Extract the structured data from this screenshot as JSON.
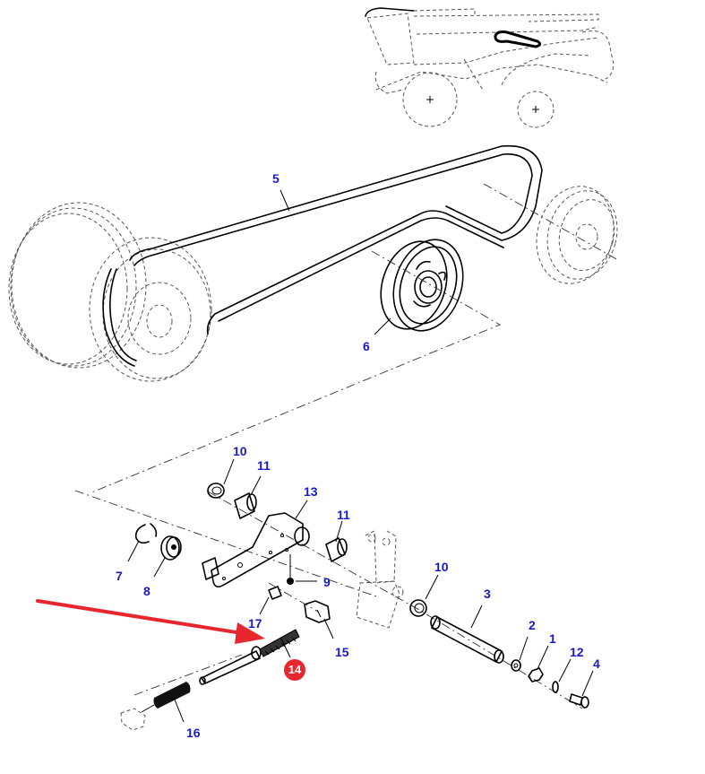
{
  "diagram": {
    "title": "Belt tensioner assembly exploded view",
    "label_color": "#1a1acc",
    "highlight_color": "#e8262e",
    "callouts": [
      {
        "id": "c5",
        "text": "5"
      },
      {
        "id": "c6",
        "text": "6"
      },
      {
        "id": "c10a",
        "text": "10"
      },
      {
        "id": "c11a",
        "text": "11"
      },
      {
        "id": "c13",
        "text": "13"
      },
      {
        "id": "c11b",
        "text": "11"
      },
      {
        "id": "c7",
        "text": "7"
      },
      {
        "id": "c8",
        "text": "8"
      },
      {
        "id": "c9",
        "text": "9"
      },
      {
        "id": "c10b",
        "text": "10"
      },
      {
        "id": "c3",
        "text": "3"
      },
      {
        "id": "c17",
        "text": "17"
      },
      {
        "id": "c15",
        "text": "15"
      },
      {
        "id": "c2",
        "text": "2"
      },
      {
        "id": "c1",
        "text": "1"
      },
      {
        "id": "c12",
        "text": "12"
      },
      {
        "id": "c4",
        "text": "4"
      },
      {
        "id": "c16",
        "text": "16"
      }
    ],
    "highlighted_part": {
      "text": "14"
    },
    "parts": [
      {
        "name": "combine-harvester-overview"
      },
      {
        "name": "drive-belt"
      },
      {
        "name": "tensioner-pulley"
      },
      {
        "name": "tension-arm"
      },
      {
        "name": "tension-rod"
      },
      {
        "name": "spring"
      }
    ]
  }
}
